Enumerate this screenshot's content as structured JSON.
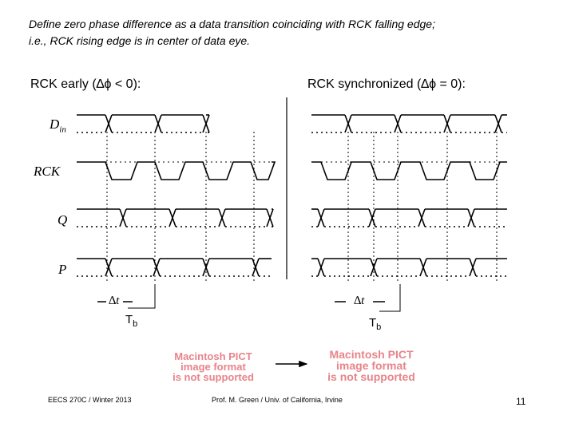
{
  "intro": {
    "line1": "Define zero phase difference as a data transition coinciding with RCK falling edge;",
    "line2": "i.e., RCK rising edge is in center of data eye."
  },
  "left_panel": {
    "title": "RCK early (∆ϕ < 0):"
  },
  "right_panel": {
    "title": "RCK synchronized (∆ϕ = 0):"
  },
  "signals": {
    "din": {
      "main": "D",
      "sub": "in"
    },
    "rck": "RCK",
    "q": "Q",
    "p": "P"
  },
  "annotations": {
    "delta_t_left": "∆t",
    "delta_t_right": "∆t",
    "tb_left": {
      "main": "T",
      "sub": "b"
    },
    "tb_right": {
      "main": "T",
      "sub": "b"
    }
  },
  "pict_placeholder": {
    "line1": "Macintosh PICT",
    "line2": "image format",
    "line3": "is not supported"
  },
  "footer": {
    "course": "EECS 270C / Winter 2013",
    "author": "Prof. M. Green / Univ. of California, Irvine",
    "page": "11"
  },
  "colors": {
    "pict_text": "#e8848a",
    "ink": "#000000"
  }
}
